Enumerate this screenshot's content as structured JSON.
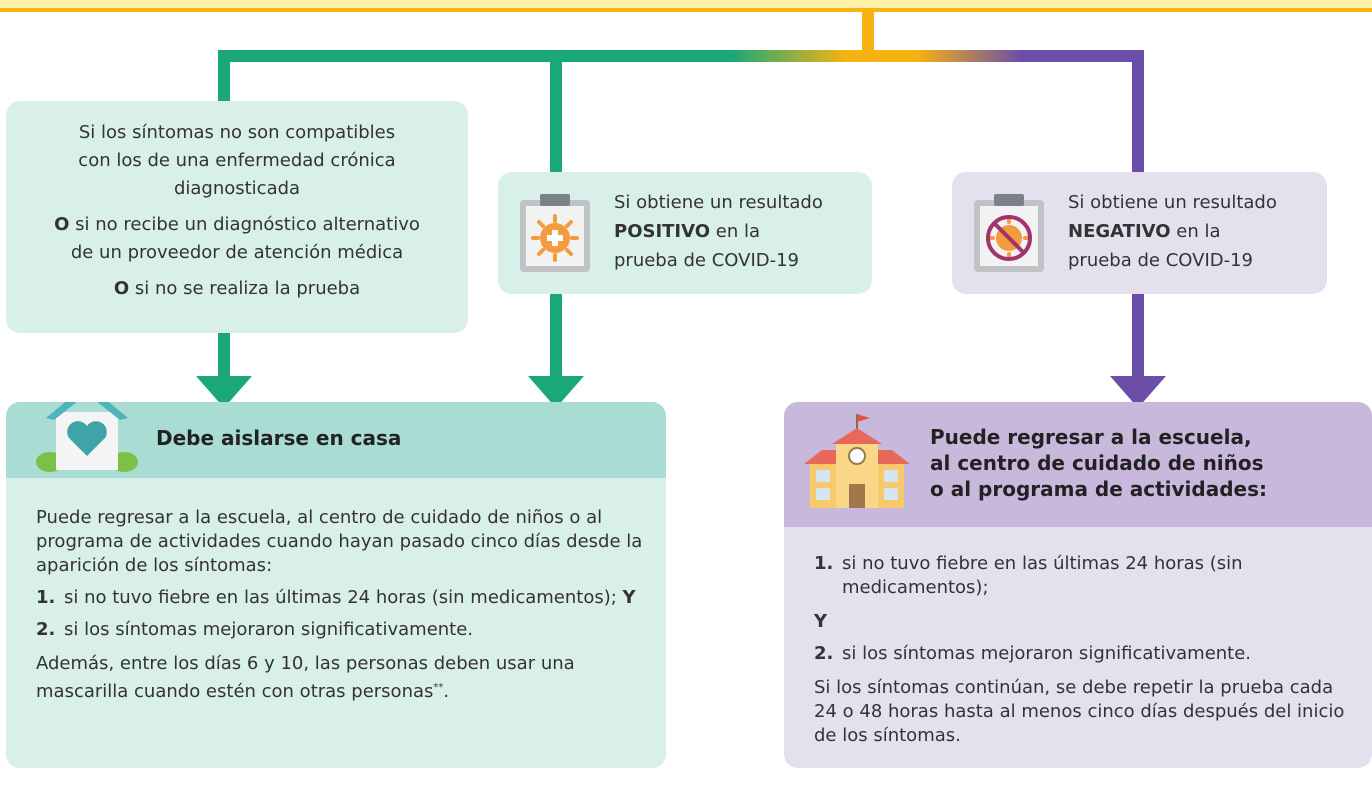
{
  "colors": {
    "green": "#1aa879",
    "purple": "#6b4ea8",
    "yellow": "#f6b312",
    "top_bar_fill": "#fdf2a6",
    "light_green": "#d9efe9",
    "light_purple": "#e5e0ee"
  },
  "box_no_test": {
    "line1": "Si los síntomas no son compatibles",
    "line2": "con los de una enfermedad crónica",
    "line3": "diagnosticada",
    "line4_bold": "O",
    "line4_rest": " si no recibe un diagnóstico alternativo",
    "line5": "de un proveedor de atención médica",
    "line6_bold": "O",
    "line6_rest": " si no se realiza la prueba"
  },
  "box_positive": {
    "icon": "virus-clipboard-icon",
    "text1": "Si obtiene un resultado",
    "bold": "POSITIVO",
    "text2": " en la",
    "text3": "prueba de COVID-19"
  },
  "box_negative": {
    "icon": "no-virus-clipboard-icon",
    "text1": "Si obtiene un resultado",
    "bold": "NEGATIVO",
    "text2": " en la",
    "text3": "prueba de COVID-19"
  },
  "isolate": {
    "icon": "house-heart-icon",
    "title": "Debe aislarse en casa",
    "intro": "Puede regresar a la escuela, al centro de cuidado de niños o al programa de actividades cuando hayan pasado cinco días desde la aparición de los síntomas:",
    "item1_num": "1.",
    "item1_text": "si no tuvo fiebre en las últimas 24 horas (sin medicamentos); ",
    "item1_bold": "Y",
    "item2_num": "2.",
    "item2_text": "si los síntomas mejoraron significativamente.",
    "note": "Además, entre los días 6 y 10, las personas deben usar una mascarilla cuando estén con otras personas",
    "note_sup": "**",
    "note_end": "."
  },
  "return": {
    "icon": "school-icon",
    "title_line1": "Puede regresar a la escuela,",
    "title_line2": "al centro de cuidado de niños",
    "title_line3": "o al programa de actividades:",
    "item1_num": "1.",
    "item1_text": "si no tuvo fiebre en las últimas 24 horas (sin medicamentos);",
    "y": "Y",
    "item2_num": "2.",
    "item2_text": "si los síntomas mejoraron significativamente.",
    "note": "Si los síntomas continúan, se debe repetir la prueba cada 24 o 48 horas hasta al menos cinco días después del inicio de los síntomas."
  }
}
